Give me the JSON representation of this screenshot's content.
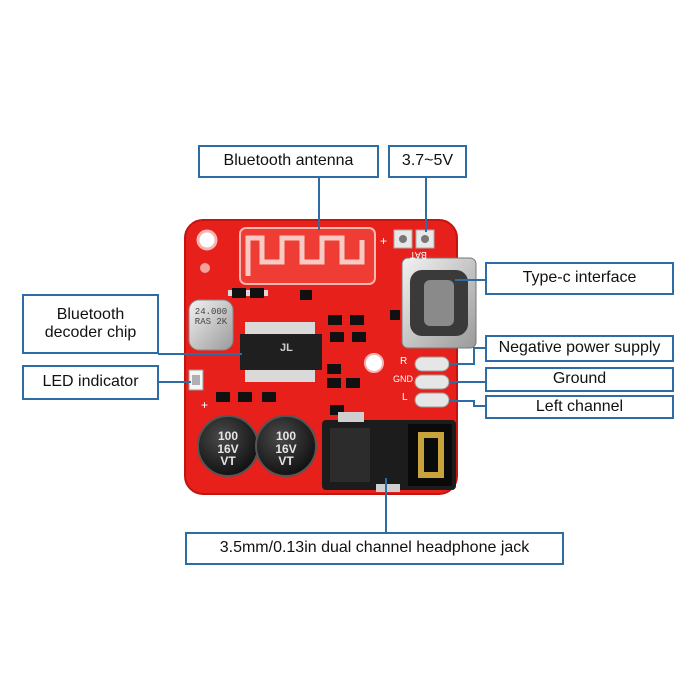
{
  "callouts": {
    "bluetooth_antenna": "Bluetooth antenna",
    "voltage": "3.7~5V",
    "bluetooth_decoder_line1": "Bluetooth",
    "bluetooth_decoder_line2": "decoder chip",
    "led_indicator": "LED indicator",
    "typec_interface": "Type-c interface",
    "negative_power": "Negative power supply",
    "ground": "Ground",
    "left_channel": "Left channel",
    "headphone_jack": "3.5mm/0.13in dual channel headphone jack"
  },
  "board": {
    "crystal_line1": "24.000",
    "crystal_line2": "RAS 2K",
    "cap_left_line1": "100",
    "cap_left_line2": "16V",
    "cap_left_line3": "VT",
    "cap_right_line1": "100",
    "cap_right_line2": "16V",
    "cap_right_line3": "VT",
    "pad_r": "R",
    "pad_gnd": "GND",
    "pad_l": "L",
    "bat_label": "BAT",
    "plus_top": "+",
    "plus_bottom": "+",
    "chip_logo": "JL"
  },
  "colors": {
    "pcb": "#e8201c",
    "callout_border": "#2e6da4"
  }
}
